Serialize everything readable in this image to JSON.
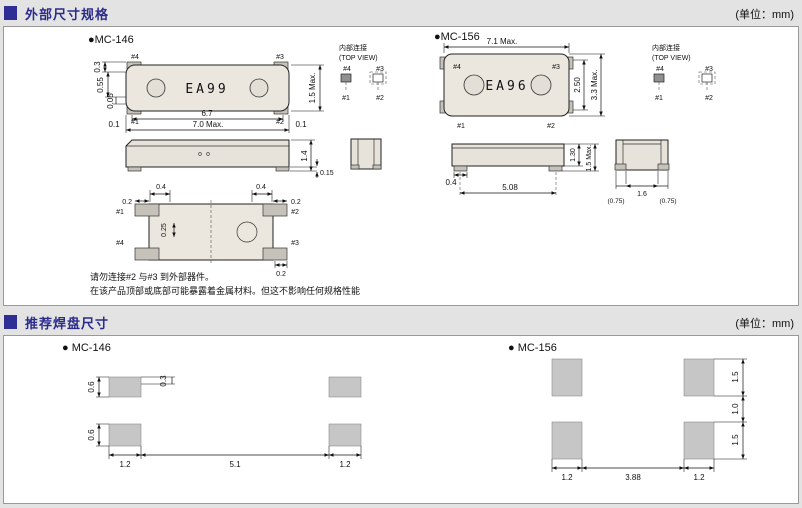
{
  "section1": {
    "title": "外部尺寸规格",
    "unit": "(单位：mm)"
  },
  "section2": {
    "title": "推荐焊盘尺寸",
    "unit": "(单位：mm)"
  },
  "mc146": {
    "label": "●MC-146",
    "marking": "EA99",
    "top": {
      "pin1": "#1",
      "pin2": "#2",
      "pin3": "#3",
      "pin4": "#4",
      "dim_a": "0.3",
      "dim_b": "0.55",
      "dim_c": "0.05",
      "dim_left": "0.1",
      "dim_inner": "6.7",
      "dim_overall": "7.0  Max.",
      "dim_right": "0.1",
      "dim_width": "1.5 Max."
    },
    "internal": {
      "title": "内部连接",
      "subtitle": "(TOP VIEW)",
      "pin1": "#1",
      "pin2": "#2",
      "pin3": "#3",
      "pin4": "#4"
    },
    "side": {
      "dim_height": "1.4",
      "dim_standoff": "0.15"
    },
    "bottom": {
      "pin1": "#1",
      "pin2": "#2",
      "pin3": "#3",
      "pin4": "#4",
      "dim_04l": "0.4",
      "dim_04r": "0.4",
      "dim_02l": "0.2",
      "dim_02r": "0.2",
      "dim_025": "0.25",
      "dim_02b": "0.2"
    },
    "note1": "请勿连接#2 与#3 到外部器件。",
    "note2": "在该产品顶部或底部可能暴露着金属材料。但这不影响任何规格性能"
  },
  "mc156": {
    "label": "●MC-156",
    "marking": "EA96",
    "top": {
      "pin1": "#1",
      "pin2": "#2",
      "pin3": "#3",
      "pin4": "#4",
      "dim_length": "7.1  Max.",
      "dim_inner": "2.50",
      "dim_width": "3.3 Max."
    },
    "internal": {
      "title": "内部连接",
      "subtitle": "(TOP VIEW)",
      "pin1": "#1",
      "pin2": "#2",
      "pin3": "#3",
      "pin4": "#4"
    },
    "side": {
      "dim_body": "1.30",
      "dim_height": "1.5 Max.",
      "dim_pad": "0.4",
      "dim_span": "5.08"
    },
    "end": {
      "dim_left": "(0.75)",
      "dim_mid": "1.6",
      "dim_right": "(0.75)"
    }
  },
  "pads146": {
    "label": "● MC-146",
    "dim_top": "0.6",
    "dim_offset": "0.3",
    "dim_bottom": "0.6",
    "dim_left": "1.2",
    "dim_span": "5.1",
    "dim_right": "1.2"
  },
  "pads156": {
    "label": "● MC-156",
    "dim_top": "1.5",
    "dim_mid": "1.0",
    "dim_bottom": "1.5",
    "dim_left": "1.2",
    "dim_span": "3.88",
    "dim_right": "1.2"
  }
}
